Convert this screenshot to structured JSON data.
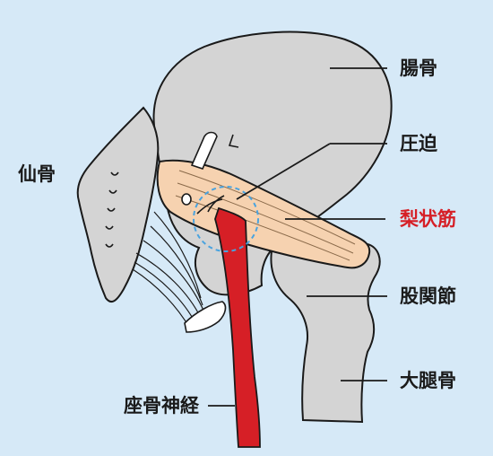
{
  "labels": {
    "ilium": "腸骨",
    "compression": "圧迫",
    "piriformis": "梨状筋",
    "hip_joint": "股関節",
    "femur": "大腿骨",
    "sacrum": "仙骨",
    "sciatic_nerve": "座骨神経"
  },
  "colors": {
    "background": "#d6e9f7",
    "bone": "#d4d4d4",
    "muscle": "#f6d2b0",
    "nerve": "#d61f26",
    "highlight_label": "#d61f26",
    "compression_circle": "#4aa3df",
    "outline": "#1a1a1a"
  }
}
